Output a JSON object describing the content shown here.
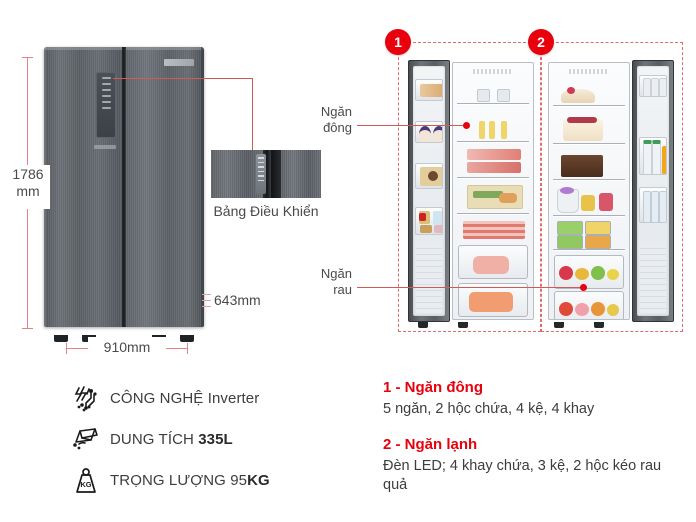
{
  "dimensions": {
    "height_label": "1786\nmm",
    "height_value": "1786",
    "height_unit": "mm",
    "width_label": "910mm",
    "depth_label": "643mm"
  },
  "control_panel": {
    "label": "Bảng Điều Khiển"
  },
  "specs": [
    {
      "icon": "inverter-icon",
      "text": "CÔNG NGHỆ Inverter",
      "plain": "CÔNG NGHỆ ",
      "bold": "Inverter",
      "bold_is_strong": false
    },
    {
      "icon": "capacity-icon",
      "text": "DUNG TÍCH 335L",
      "plain": "DUNG TÍCH ",
      "bold": "335L",
      "bold_is_strong": true
    },
    {
      "icon": "weight-icon",
      "text": "TRỌNG LƯỢNG 95KG",
      "plain": "TRỌNG LƯỢNG 95",
      "bold": "KG",
      "bold_is_strong": true
    }
  ],
  "illustration": {
    "badges": [
      "1",
      "2"
    ],
    "callouts": [
      {
        "name": "freezer-callout",
        "line1": "Ngăn",
        "line2": "đông"
      },
      {
        "name": "vegetable-callout",
        "line1": "Ngăn",
        "line2": "rau"
      }
    ],
    "accent_red": "#e8000d",
    "dash_red": "#e46a6a",
    "line_red": "#d05a55",
    "dim_pink": "#e8808a"
  },
  "description": [
    {
      "heading": "1 - Ngăn đông",
      "body": "5 ngăn, 2 hộc chứa, 4 kệ, 4 khay"
    },
    {
      "heading": "2 - Ngăn lạnh",
      "body": "Đèn LED; 4 khay chứa, 3 kệ, 2 hộc kéo rau quả"
    }
  ]
}
